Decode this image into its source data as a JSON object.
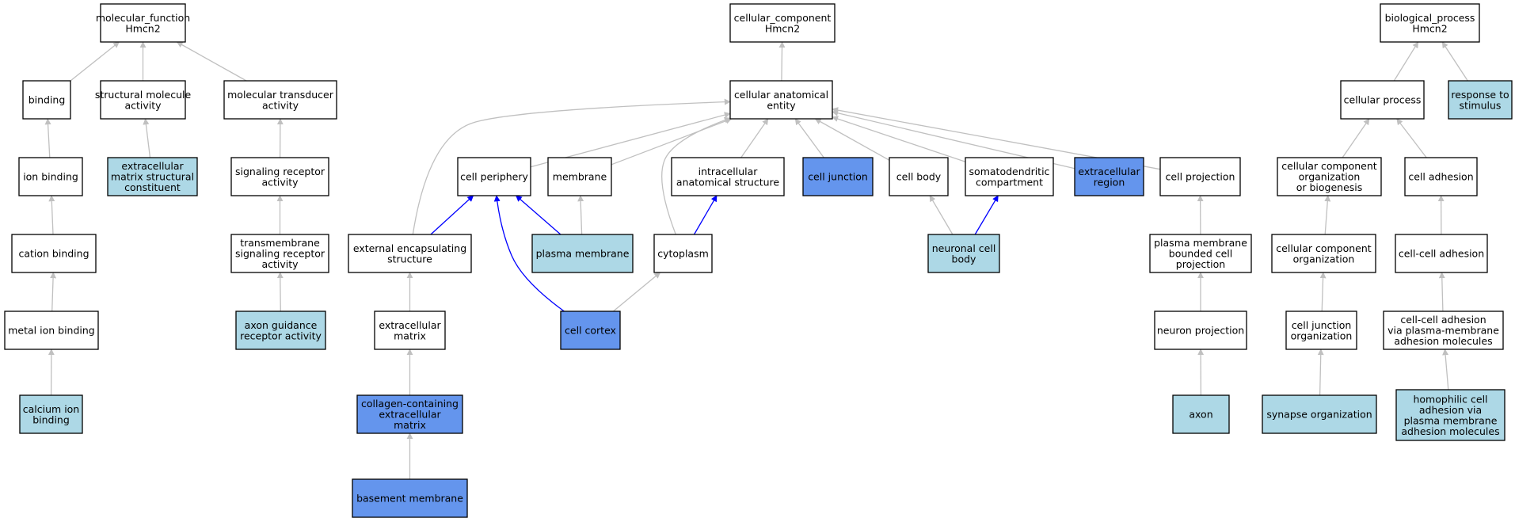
{
  "colors": {
    "plain": "#ffffff",
    "light": "#add8e6",
    "dark": "#6495ed",
    "edge_gray": "#c0c0c0",
    "edge_blue": "#0000ff",
    "border": "#000000"
  },
  "nodes": [
    {
      "id": "mf",
      "lines": [
        "molecular_function",
        "Hmcn2"
      ],
      "fill": "plain"
    },
    {
      "id": "binding",
      "lines": [
        "binding"
      ],
      "fill": "plain"
    },
    {
      "id": "sma",
      "lines": [
        "structural molecule",
        "activity"
      ],
      "fill": "plain"
    },
    {
      "id": "mta",
      "lines": [
        "molecular transducer",
        "activity"
      ],
      "fill": "plain"
    },
    {
      "id": "ionb",
      "lines": [
        "ion binding"
      ],
      "fill": "plain"
    },
    {
      "id": "ecmsc",
      "lines": [
        "extracellular",
        "matrix structural",
        "constituent"
      ],
      "fill": "light"
    },
    {
      "id": "sra",
      "lines": [
        "signaling receptor",
        "activity"
      ],
      "fill": "plain"
    },
    {
      "id": "catb",
      "lines": [
        "cation binding"
      ],
      "fill": "plain"
    },
    {
      "id": "tsra",
      "lines": [
        "transmembrane",
        "signaling receptor",
        "activity"
      ],
      "fill": "plain"
    },
    {
      "id": "metb",
      "lines": [
        "metal ion binding"
      ],
      "fill": "plain"
    },
    {
      "id": "agra",
      "lines": [
        "axon guidance",
        "receptor activity"
      ],
      "fill": "light"
    },
    {
      "id": "cab",
      "lines": [
        "calcium ion",
        "binding"
      ],
      "fill": "light"
    },
    {
      "id": "cc",
      "lines": [
        "cellular_component",
        "Hmcn2"
      ],
      "fill": "plain"
    },
    {
      "id": "cae",
      "lines": [
        "cellular anatomical",
        "entity"
      ],
      "fill": "plain"
    },
    {
      "id": "cper",
      "lines": [
        "cell periphery"
      ],
      "fill": "plain"
    },
    {
      "id": "memb",
      "lines": [
        "membrane"
      ],
      "fill": "plain"
    },
    {
      "id": "ias",
      "lines": [
        "intracellular",
        "anatomical structure"
      ],
      "fill": "plain"
    },
    {
      "id": "cj",
      "lines": [
        "cell junction"
      ],
      "fill": "dark"
    },
    {
      "id": "cbody",
      "lines": [
        "cell body"
      ],
      "fill": "plain"
    },
    {
      "id": "sdc",
      "lines": [
        "somatodendritic",
        "compartment"
      ],
      "fill": "plain"
    },
    {
      "id": "exreg",
      "lines": [
        "extracellular",
        "region"
      ],
      "fill": "dark"
    },
    {
      "id": "cproj",
      "lines": [
        "cell projection"
      ],
      "fill": "plain"
    },
    {
      "id": "ees",
      "lines": [
        "external encapsulating",
        "structure"
      ],
      "fill": "plain"
    },
    {
      "id": "pm",
      "lines": [
        "plasma membrane"
      ],
      "fill": "light"
    },
    {
      "id": "cyto",
      "lines": [
        "cytoplasm"
      ],
      "fill": "plain"
    },
    {
      "id": "ncb",
      "lines": [
        "neuronal cell",
        "body"
      ],
      "fill": "light"
    },
    {
      "id": "pmbcp",
      "lines": [
        "plasma membrane",
        "bounded cell",
        "projection"
      ],
      "fill": "plain"
    },
    {
      "id": "exm",
      "lines": [
        "extracellular",
        "matrix"
      ],
      "fill": "plain"
    },
    {
      "id": "ccortex",
      "lines": [
        "cell cortex"
      ],
      "fill": "dark"
    },
    {
      "id": "nproj",
      "lines": [
        "neuron projection"
      ],
      "fill": "plain"
    },
    {
      "id": "cecm",
      "lines": [
        "collagen-containing",
        "extracellular",
        "matrix"
      ],
      "fill": "dark"
    },
    {
      "id": "axon",
      "lines": [
        "axon"
      ],
      "fill": "light"
    },
    {
      "id": "bm",
      "lines": [
        "basement membrane"
      ],
      "fill": "dark"
    },
    {
      "id": "bp",
      "lines": [
        "biological_process",
        "Hmcn2"
      ],
      "fill": "plain"
    },
    {
      "id": "cp",
      "lines": [
        "cellular process"
      ],
      "fill": "plain"
    },
    {
      "id": "rts",
      "lines": [
        "response to",
        "stimulus"
      ],
      "fill": "light"
    },
    {
      "id": "ccob",
      "lines": [
        "cellular component",
        "organization",
        "or biogenesis"
      ],
      "fill": "plain"
    },
    {
      "id": "cadh",
      "lines": [
        "cell adhesion"
      ],
      "fill": "plain"
    },
    {
      "id": "cco",
      "lines": [
        "cellular component",
        "organization"
      ],
      "fill": "plain"
    },
    {
      "id": "ccadh",
      "lines": [
        "cell-cell adhesion"
      ],
      "fill": "plain"
    },
    {
      "id": "cjo",
      "lines": [
        "cell junction",
        "organization"
      ],
      "fill": "plain"
    },
    {
      "id": "ccapm",
      "lines": [
        "cell-cell adhesion",
        "via plasma-membrane",
        "adhesion molecules"
      ],
      "fill": "plain"
    },
    {
      "id": "syno",
      "lines": [
        "synapse organization"
      ],
      "fill": "light"
    },
    {
      "id": "hcapm",
      "lines": [
        "homophilic cell",
        "adhesion via",
        "plasma membrane",
        "adhesion molecules"
      ],
      "fill": "light"
    }
  ],
  "edges": [
    {
      "from": "binding",
      "to": "mf",
      "color": "gray"
    },
    {
      "from": "sma",
      "to": "mf",
      "color": "gray"
    },
    {
      "from": "mta",
      "to": "mf",
      "color": "gray"
    },
    {
      "from": "ionb",
      "to": "binding",
      "color": "gray"
    },
    {
      "from": "ecmsc",
      "to": "sma",
      "color": "gray"
    },
    {
      "from": "sra",
      "to": "mta",
      "color": "gray"
    },
    {
      "from": "catb",
      "to": "ionb",
      "color": "gray"
    },
    {
      "from": "tsra",
      "to": "sra",
      "color": "gray"
    },
    {
      "from": "metb",
      "to": "catb",
      "color": "gray"
    },
    {
      "from": "agra",
      "to": "tsra",
      "color": "gray"
    },
    {
      "from": "cab",
      "to": "metb",
      "color": "gray"
    },
    {
      "from": "cae",
      "to": "cc",
      "color": "gray"
    },
    {
      "from": "cper",
      "to": "cae",
      "color": "gray"
    },
    {
      "from": "memb",
      "to": "cae",
      "color": "gray"
    },
    {
      "from": "ias",
      "to": "cae",
      "color": "gray"
    },
    {
      "from": "cj",
      "to": "cae",
      "color": "gray"
    },
    {
      "from": "cbody",
      "to": "cae",
      "color": "gray"
    },
    {
      "from": "sdc",
      "to": "cae",
      "color": "gray"
    },
    {
      "from": "exreg",
      "to": "cae",
      "color": "gray"
    },
    {
      "from": "cproj",
      "to": "cae",
      "color": "gray"
    },
    {
      "from": "ees",
      "to": "cae",
      "color": "gray"
    },
    {
      "from": "cyto",
      "to": "cae",
      "color": "gray"
    },
    {
      "from": "ees",
      "to": "cper",
      "color": "blue"
    },
    {
      "from": "pm",
      "to": "cper",
      "color": "blue"
    },
    {
      "from": "ccortex",
      "to": "cper",
      "color": "blue"
    },
    {
      "from": "pm",
      "to": "memb",
      "color": "gray"
    },
    {
      "from": "cyto",
      "to": "ias",
      "color": "blue"
    },
    {
      "from": "ncb",
      "to": "cbody",
      "color": "gray"
    },
    {
      "from": "ncb",
      "to": "sdc",
      "color": "blue"
    },
    {
      "from": "pmbcp",
      "to": "cproj",
      "color": "gray"
    },
    {
      "from": "exm",
      "to": "ees",
      "color": "gray"
    },
    {
      "from": "ccortex",
      "to": "cyto",
      "color": "gray"
    },
    {
      "from": "nproj",
      "to": "pmbcp",
      "color": "gray"
    },
    {
      "from": "cecm",
      "to": "exm",
      "color": "gray"
    },
    {
      "from": "axon",
      "to": "nproj",
      "color": "gray"
    },
    {
      "from": "bm",
      "to": "cecm",
      "color": "gray"
    },
    {
      "from": "cp",
      "to": "bp",
      "color": "gray"
    },
    {
      "from": "rts",
      "to": "bp",
      "color": "gray"
    },
    {
      "from": "ccob",
      "to": "cp",
      "color": "gray"
    },
    {
      "from": "cadh",
      "to": "cp",
      "color": "gray"
    },
    {
      "from": "cco",
      "to": "ccob",
      "color": "gray"
    },
    {
      "from": "ccadh",
      "to": "cadh",
      "color": "gray"
    },
    {
      "from": "cjo",
      "to": "cco",
      "color": "gray"
    },
    {
      "from": "ccapm",
      "to": "ccadh",
      "color": "gray"
    },
    {
      "from": "syno",
      "to": "cjo",
      "color": "gray"
    },
    {
      "from": "hcapm",
      "to": "ccapm",
      "color": "gray"
    }
  ]
}
